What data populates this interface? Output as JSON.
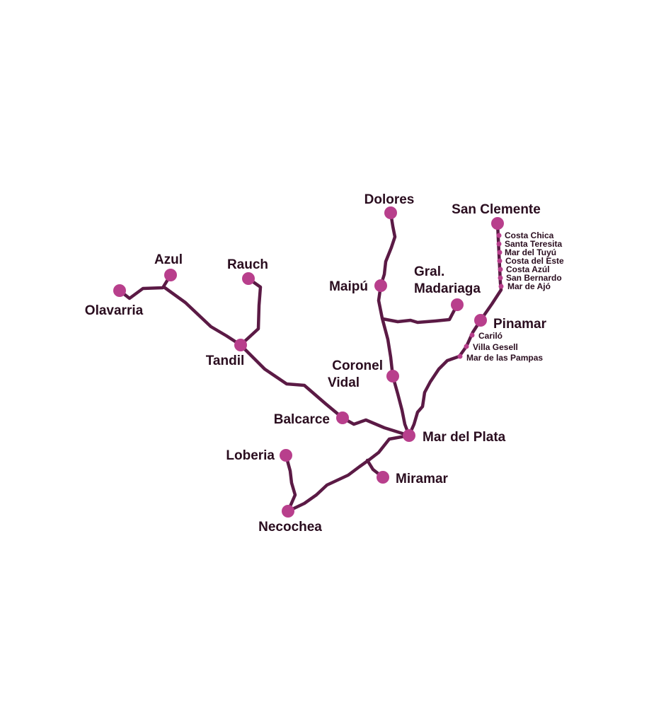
{
  "colors": {
    "route": "#5b1a45",
    "stop": "#b83f8c",
    "label": "#2a0d1f",
    "background": "#ffffff"
  },
  "map": {
    "cities": {
      "dolores": "Dolores",
      "san_clemente": "San Clemente",
      "azul": "Azul",
      "rauch": "Rauch",
      "olavarria": "Olavarria",
      "maipu": "Maipú",
      "gral_madariaga_line1": "Gral.",
      "gral_madariaga_line2": "Madariaga",
      "pinamar": "Pinamar",
      "tandil": "Tandil",
      "coronel_vidal_line1": "Coronel",
      "coronel_vidal_line2": "Vidal",
      "balcarce": "Balcarce",
      "mar_del_plata": "Mar del Plata",
      "loberia": "Loberia",
      "miramar": "Miramar",
      "necochea": "Necochea"
    },
    "coastal_towns": {
      "costa_chica": "Costa Chica",
      "santa_teresita": "Santa Teresita",
      "mar_del_tuyu": "Mar del Tuyú",
      "costa_del_este": "Costa del Este",
      "costa_azul": "Costa Azúl",
      "san_bernardo": "San Bernardo",
      "mar_de_ajo": "Mar de Ajó",
      "carilo": "Cariló",
      "villa_gesell": "Villa Gesell",
      "mar_de_las_pampas": "Mar de las Pampas"
    }
  }
}
